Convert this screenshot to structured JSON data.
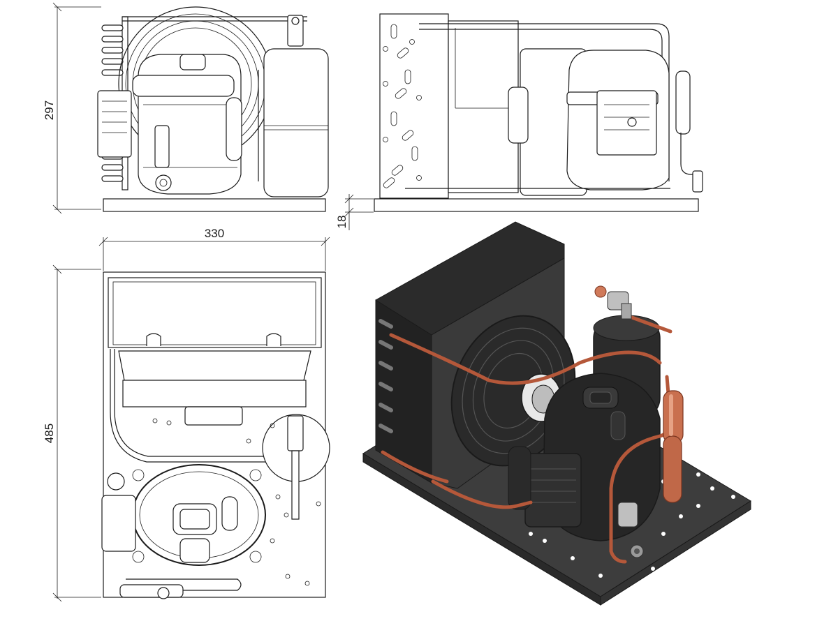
{
  "drawing": {
    "views": [
      "front-view",
      "side-view",
      "top-view",
      "isometric-view"
    ],
    "dimensions": {
      "height": "297",
      "width": "330",
      "depth": "485",
      "base_offset": "18"
    }
  },
  "colors": {
    "line": "#1a1a1a",
    "body_dark": "#2b2b2b",
    "body_mid": "#3a3a3a",
    "base_plate": "#3d3d3d",
    "copper_pipe": "#b5583a",
    "copper_light": "#d07a5a"
  }
}
